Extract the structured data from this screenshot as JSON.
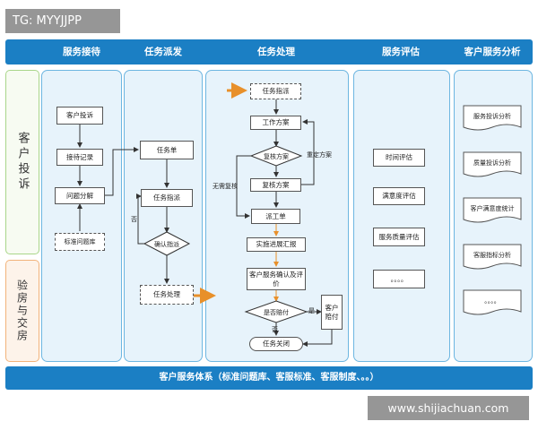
{
  "watermark": {
    "tag": "TG: MYYJJPP",
    "site": "www.shijiachuan.com"
  },
  "columns": [
    "服务接待",
    "任务派发",
    "任务处理",
    "服务评估",
    "客户服务分析"
  ],
  "rows": [
    "客户投诉",
    "验房与交房"
  ],
  "footer": "客户服务体系（标准问题库、客服标准、客服制度、。。）",
  "nodes": {
    "customer_complaint": "客户投诉",
    "reception_record": "接待记录",
    "problem_breakdown": "问题分解",
    "std_problem_lib": "标准问题库",
    "task_sheet": "任务单",
    "task_dispatch": "任务指派",
    "confirm_dispatch": "确认指派",
    "task_handle": "任务处理",
    "task_dispatch2": "任务指派",
    "work_plan": "工作方案",
    "review_plan_d": "复核方案",
    "review_plan": "复核方案",
    "work_order": "派工单",
    "progress_report": "实施进展汇报",
    "service_confirm": "客户服务确认及评价",
    "is_compensation": "是否赔付",
    "customer_compensation": "客户赔付",
    "task_close": "任务关闭",
    "time_eval": "时间评估",
    "satisfaction_eval": "满意度评估",
    "quality_eval": "服务质量评估",
    "eval_more": "。。。。",
    "complaint_analysis": "服务投诉分析",
    "quality_analysis": "质量投诉分析",
    "satisfaction_stats": "客户满意度统计",
    "kpi_analysis": "客服指标分析",
    "analysis_more": "。。。。"
  },
  "edge_labels": {
    "no": "否",
    "no_review": "无需复核",
    "replan": "重定方案",
    "yes": "是",
    "no2": "否"
  }
}
